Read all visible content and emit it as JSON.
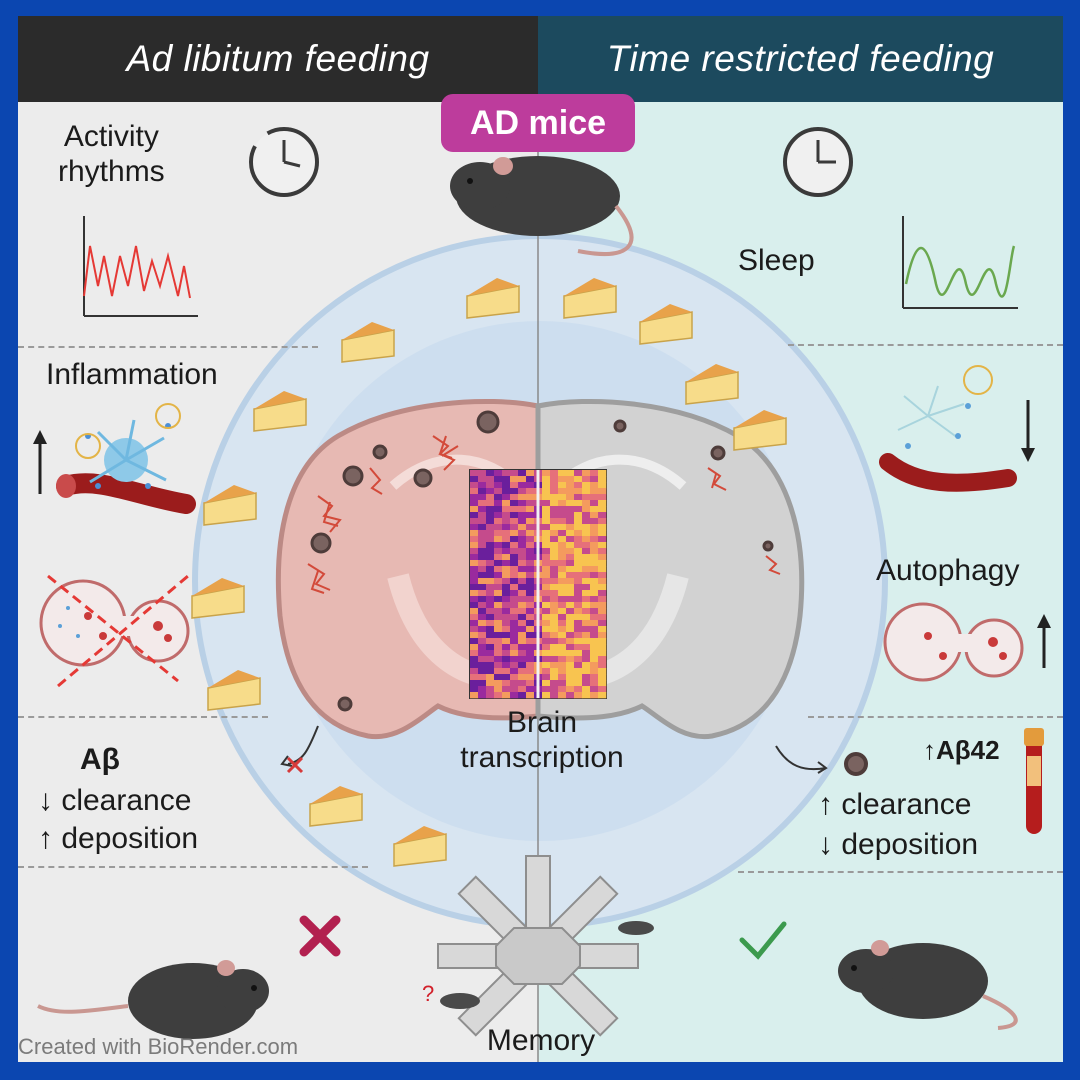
{
  "header": {
    "left_title": "Ad libitum feeding",
    "right_title": "Time restricted feeding"
  },
  "badge": {
    "label": "AD mice"
  },
  "left": {
    "activity": "Activity\nrhythms",
    "inflammation": "Inflammation",
    "abeta_title": "Aβ",
    "abeta_clearance": "↓ clearance",
    "abeta_deposition": "↑ deposition"
  },
  "right": {
    "sleep": "Sleep",
    "autophagy": "Autophagy",
    "abeta42": "↑Aβ42",
    "clearance": "↑ clearance",
    "deposition": "↓ deposition"
  },
  "center": {
    "brain_transcription": "Brain\ntranscription",
    "memory": "Memory"
  },
  "watermark": "Created with BioRender.com",
  "colors": {
    "left_header": "#2b2b2b",
    "right_header": "#1c4a5e",
    "badge": "#bd3c9c",
    "frame": "#0b46b0",
    "left_bg": "#ececec",
    "right_bg": "#d9efed",
    "wave_red": "#e53935",
    "wave_green": "#6aa84f",
    "cross_red": "#b2204f",
    "check_green": "#3c9a4e"
  }
}
